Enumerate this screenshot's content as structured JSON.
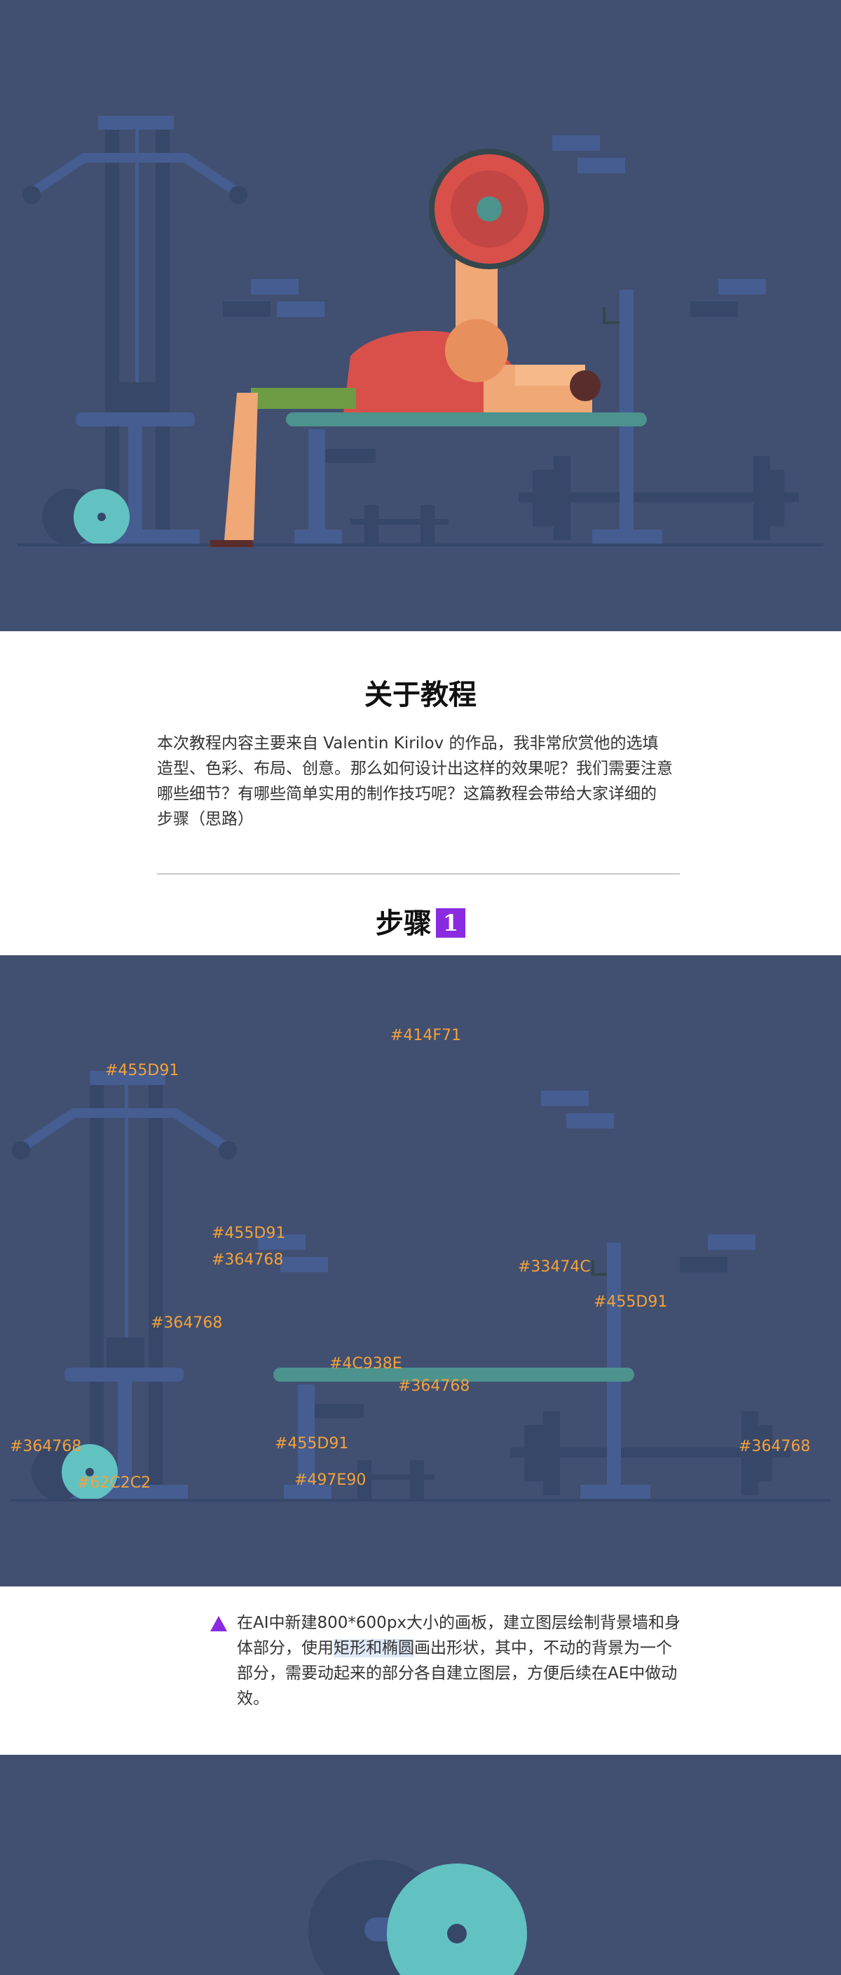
{
  "colors": {
    "background": "#414F71",
    "equipment": "#455D91",
    "shadow_dark": "#364768",
    "mid_dark": "#33474C",
    "bench_top": "#4C938E",
    "bench_leg": "#497E90",
    "plate": "#62C2C2",
    "accent_purple": "#8a2be2",
    "label_orange": "#f2a23c"
  },
  "about": {
    "title": "关于教程",
    "paragraph": [
      "本次教程内容主要来自 Valentin Kirilov 的作品，我非常欣赏他的选填",
      "造型、色彩、布局、创意。那么如何设计出这样的效果呢？我们需要注意",
      "哪些细节？有哪些简单实用的制作技巧呢？这篇教程会带给大家详细的",
      "步骤（思路）"
    ]
  },
  "step": {
    "label": "步骤",
    "number": "1",
    "note_pre": "在AI中新建800*600px大小的画板，建立图层绘制背景墙和身体部分，使用",
    "note_highlight": "矩形和椭圆",
    "note_post": "画出形状，其中，不动的背景为一个部分，需要动起来的部分各自建立图层，方便后续在AE中做动效。"
  },
  "labels": {
    "bg": "#414F71",
    "machine_top": "#455D91",
    "brick_a": "#455D91",
    "brick_b": "#364768",
    "stack": "#364768",
    "hook": "#33474C",
    "rack": "#455D91",
    "bench_top": "#4C938E",
    "bench_shadow": "#364768",
    "plate_left": "#364768",
    "plate_teal": "#62C2C2",
    "bench_leg_a": "#455D91",
    "bench_leg_b": "#497E90",
    "barbell_right": "#364768"
  }
}
